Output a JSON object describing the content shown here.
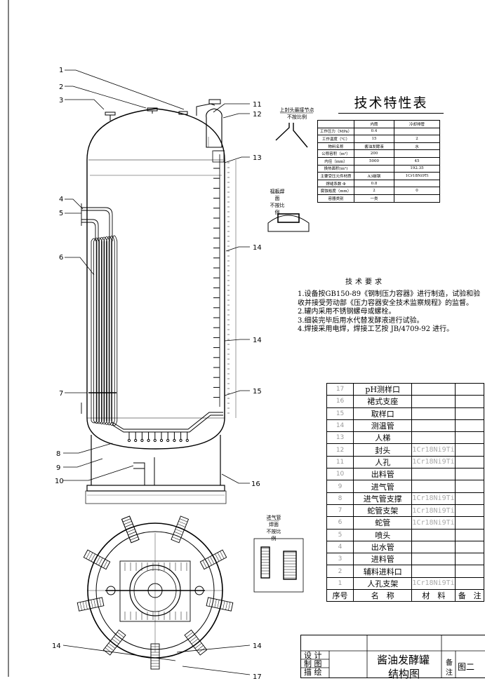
{
  "spec_table": {
    "title": "技术特性表",
    "header": [
      "",
      "内筒",
      "冷却排管"
    ],
    "rows": [
      [
        "工作压力（MPa）",
        "0.4",
        ""
      ],
      [
        "工作温度（℃）",
        "15",
        "2"
      ],
      [
        "物料名称",
        "酱油发酵液",
        "水"
      ],
      [
        "公称容积（m³）",
        "200",
        ""
      ],
      [
        "内径（mm）",
        "5000",
        "45"
      ],
      [
        "换热面积(m²)",
        "",
        "192.35"
      ],
      [
        "主要受压元件材质",
        "A3碳钢",
        "1Cr18Ni9Ti"
      ],
      [
        "焊缝系数 Φ",
        "0.8",
        ""
      ],
      [
        "腐蚀裕度（mm）",
        "2",
        "0"
      ],
      [
        "容器类别",
        "一类",
        ""
      ]
    ]
  },
  "requirements": {
    "title": "技术要求",
    "items": [
      "1.设备按GB150-89《钢制压力容器》进行制造，试验和验收并接受劳动部《压力容器安全技术监察规程》的监督。",
      "2.罐内采用不锈钢螺母或螺栓。",
      "3.细装完毕后用水代替发酵液进行试验。",
      "4.焊接采用电焊，焊接工艺按 JB/4709-92 进行。"
    ]
  },
  "parts": {
    "rows": [
      {
        "no": "17",
        "name": "pH测样口",
        "material": ""
      },
      {
        "no": "16",
        "name": "裙式支座",
        "material": ""
      },
      {
        "no": "15",
        "name": "取样口",
        "material": ""
      },
      {
        "no": "14",
        "name": "测温管",
        "material": ""
      },
      {
        "no": "13",
        "name": "人梯",
        "material": ""
      },
      {
        "no": "12",
        "name": "封头",
        "material": "1Cr18Ni9Ti"
      },
      {
        "no": "11",
        "name": "人孔",
        "material": "1Cr18Ni9Ti"
      },
      {
        "no": "10",
        "name": "出料管",
        "material": ""
      },
      {
        "no": "9",
        "name": "进气管",
        "material": ""
      },
      {
        "no": "8",
        "name": "进气管支撑",
        "material": "1Cr18Ni9Ti"
      },
      {
        "no": "7",
        "name": "蛇管支架",
        "material": "1Cr18Ni9Ti"
      },
      {
        "no": "6",
        "name": "蛇管",
        "material": "1Cr18Ni9Ti"
      },
      {
        "no": "5",
        "name": "喷头",
        "material": ""
      },
      {
        "no": "4",
        "name": "出水管",
        "material": ""
      },
      {
        "no": "3",
        "name": "进料管",
        "material": ""
      },
      {
        "no": "2",
        "name": "辅料进料口",
        "material": ""
      },
      {
        "no": "1",
        "name": "人孔支架",
        "material": "1Cr18Ni9Ti"
      }
    ],
    "header": {
      "no": "序号",
      "name": "名　称",
      "material": "材　料",
      "remark": "备　注"
    }
  },
  "title_block": {
    "roles": [
      "设 计",
      "制 图",
      "描 绘"
    ],
    "drawing_title_1": "酱油发酵罐",
    "drawing_title_2": "结构图",
    "remark_label_1": "备",
    "remark_label_2": "注",
    "sheet": "图二"
  },
  "callouts": [
    "1",
    "2",
    "3",
    "4",
    "5",
    "6",
    "7",
    "8",
    "9",
    "10",
    "11",
    "12",
    "13",
    "14",
    "14",
    "14",
    "15",
    "16",
    "14",
    "14",
    "17"
  ],
  "detail_labels": {
    "manhole_detail": "上封头最接节点",
    "manhole_scale": "不按比例",
    "ladder_detail": "视板焊面",
    "ladder_scale_1": "不按比",
    "ladder_scale_2": "例",
    "air_detail": "进气管焊面",
    "air_scale_1": "不按比",
    "air_scale_2": "例"
  }
}
